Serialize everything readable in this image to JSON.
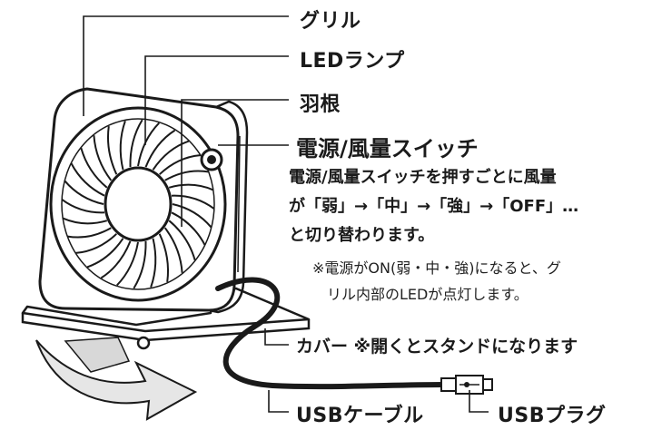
{
  "labels": {
    "grille": "グリル",
    "led_lamp": "LEDランプ",
    "blades": "羽根",
    "switch": "電源/風量スイッチ",
    "switch_desc_1": "電源/風量スイッチを押すごとに風量",
    "switch_desc_2": "が「弱」→「中」→「強」→「OFF」…",
    "switch_desc_3": "と切り替わります。",
    "note_1": "※電源がON(弱・中・強)になると、グ",
    "note_2": "リル内部のLEDが点灯します。",
    "cover": "カバー ※開くとスタンドになります",
    "usb_cable": "USBケーブル",
    "usb_plug": "USBプラグ"
  },
  "colors": {
    "line": "#1a1a1a",
    "arrow_fill": "#e6e6e6",
    "fan_body": "#ffffff"
  }
}
